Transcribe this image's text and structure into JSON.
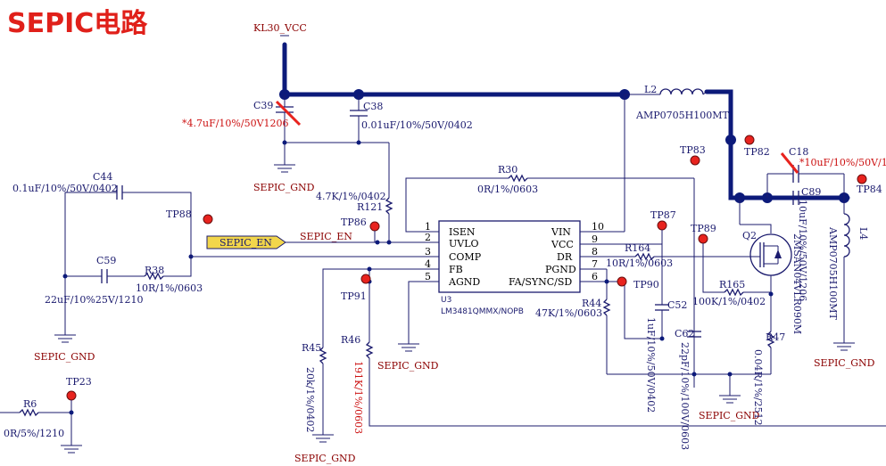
{
  "title": "SEPIC电路",
  "net": {
    "kl30": "KL30_VCC",
    "sepic_en_label": "SEPIC_EN",
    "sepic_en_net": "SEPIC_EN",
    "gnd": "SEPIC_GND"
  },
  "ic": {
    "ref": "U3",
    "part": "LM3481QMMX/NOPB",
    "left_pins": [
      {
        "num": "1",
        "name": "ISEN"
      },
      {
        "num": "2",
        "name": "UVLO"
      },
      {
        "num": "3",
        "name": "COMP"
      },
      {
        "num": "4",
        "name": "FB"
      },
      {
        "num": "5",
        "name": "AGND"
      }
    ],
    "right_pins": [
      {
        "num": "10",
        "name": "VIN"
      },
      {
        "num": "9",
        "name": "VCC"
      },
      {
        "num": "8",
        "name": "DR"
      },
      {
        "num": "7",
        "name": "PGND"
      },
      {
        "num": "6",
        "name": "FA/SYNC/SD"
      }
    ]
  },
  "components": {
    "c39": {
      "ref": "C39",
      "value": "*4.7uF/10%/50V1206"
    },
    "c38": {
      "ref": "C38",
      "value": "0.01uF/10%/50V/0402"
    },
    "c44": {
      "ref": "C44",
      "value": "0.1uF/10%/50V/0402"
    },
    "c59": {
      "ref": "C59",
      "value": "22uF/10%25V/1210"
    },
    "r38": {
      "ref": "R38",
      "value": "10R/1%/0603"
    },
    "r30": {
      "ref": "R30",
      "value": "0R/1%/0603"
    },
    "r121": {
      "ref": "R121",
      "value": "4.7K/1%/0402"
    },
    "r164": {
      "ref": "R164",
      "value": "10R/1%/0603"
    },
    "r165": {
      "ref": "R165",
      "value": "100K/1%/0402"
    },
    "r44": {
      "ref": "R44",
      "value": "47K/1%/0603"
    },
    "r45": {
      "ref": "R45",
      "value": "20k/1%/0402"
    },
    "r46": {
      "ref": "R46",
      "value": "191K/1%/0603"
    },
    "r47": {
      "ref": "R47",
      "value": "0.04R/1%/2512"
    },
    "r6": {
      "ref": "R6",
      "value": "0R/5%/1210"
    },
    "c52": {
      "ref": "C52",
      "value": "1uF/10%/50V/0402"
    },
    "c62": {
      "ref": "C62",
      "value": "22pF/10%/100V/0603"
    },
    "c18": {
      "ref": "C18",
      "value": "*10uF/10%/50V/1"
    },
    "c89": {
      "ref": "C89",
      "value": "10uF/10%/50V/1206"
    },
    "l2": {
      "ref": "L2",
      "value": "AMP0705H100MT"
    },
    "l4": {
      "ref": "L4",
      "value": "AMP0705H100MT"
    },
    "q2": {
      "ref": "Q2",
      "value": "2MSAN04VLR090M"
    }
  },
  "testpoints": {
    "tp88": "TP88",
    "tp86": "TP86",
    "tp91": "TP91",
    "tp83": "TP83",
    "tp82": "TP82",
    "tp84": "TP84",
    "tp87": "TP87",
    "tp89": "TP89",
    "tp90": "TP90",
    "tp23": "TP23"
  },
  "colors": {
    "wire": "#1b1b6e",
    "bus": "#0c1a7a",
    "testpoint": "#e8231e",
    "title": "#e0201a",
    "dnp_value": "#cc1111",
    "net_label_fill": "#f2d64b"
  }
}
